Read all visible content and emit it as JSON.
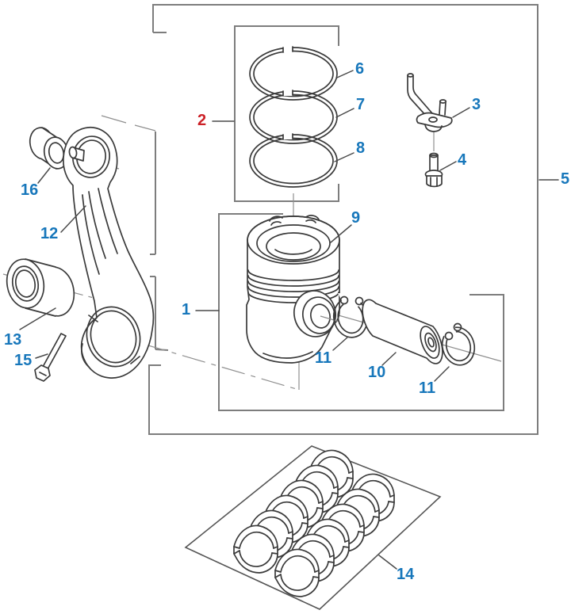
{
  "figure": {
    "background": "#ffffff",
    "callout_blue": "#1777bb",
    "callout_red": "#cc2127",
    "part_line_color": "#3a3a3a",
    "frame_color": "#7d7d7d"
  },
  "callouts": {
    "c1": "1",
    "c2": "2",
    "c3": "3",
    "c4": "4",
    "c5": "5",
    "c6": "6",
    "c7": "7",
    "c8": "8",
    "c9": "9",
    "c10": "10",
    "c11a": "11",
    "c11b": "11",
    "c12": "12",
    "c13": "13",
    "c14": "14",
    "c15": "15",
    "c16": "16"
  }
}
